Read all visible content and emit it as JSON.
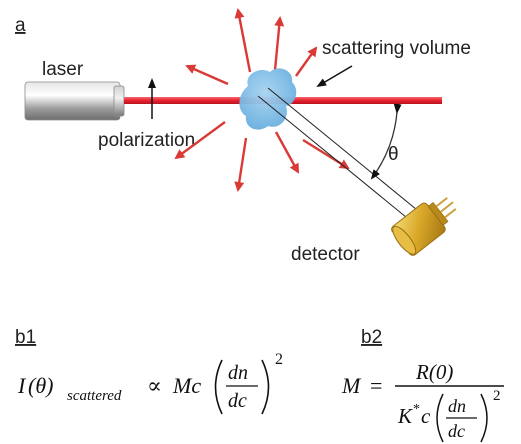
{
  "figure": {
    "panel_a": {
      "panel_label": "a",
      "laser_label": "laser",
      "polarization_label": "polarization",
      "scattering_volume_label": "scattering volume",
      "angle_label": "θ",
      "detector_label": "detector"
    },
    "panel_b1": {
      "panel_label": "b1",
      "equation": {
        "lhs": "I",
        "arg": "(θ)",
        "subscript": "scattered",
        "relation": "∝",
        "rhs_factor": "Mc",
        "frac_num": "dn",
        "frac_den": "dc",
        "exponent": "2"
      }
    },
    "panel_b2": {
      "panel_label": "b2",
      "equation": {
        "lhs": "M",
        "relation": "=",
        "numerator": "R(0)",
        "den_K": "K",
        "den_star": "*",
        "den_c": "c",
        "frac_num": "dn",
        "frac_den": "dc",
        "exponent": "2"
      }
    },
    "colors": {
      "laser_beam": "#e8202e",
      "scatter_arrows": "#d93a36",
      "scattering_volume": "#7fbce3",
      "detector_body": "#d9a728",
      "laser_body": "#a9a9a9"
    }
  }
}
